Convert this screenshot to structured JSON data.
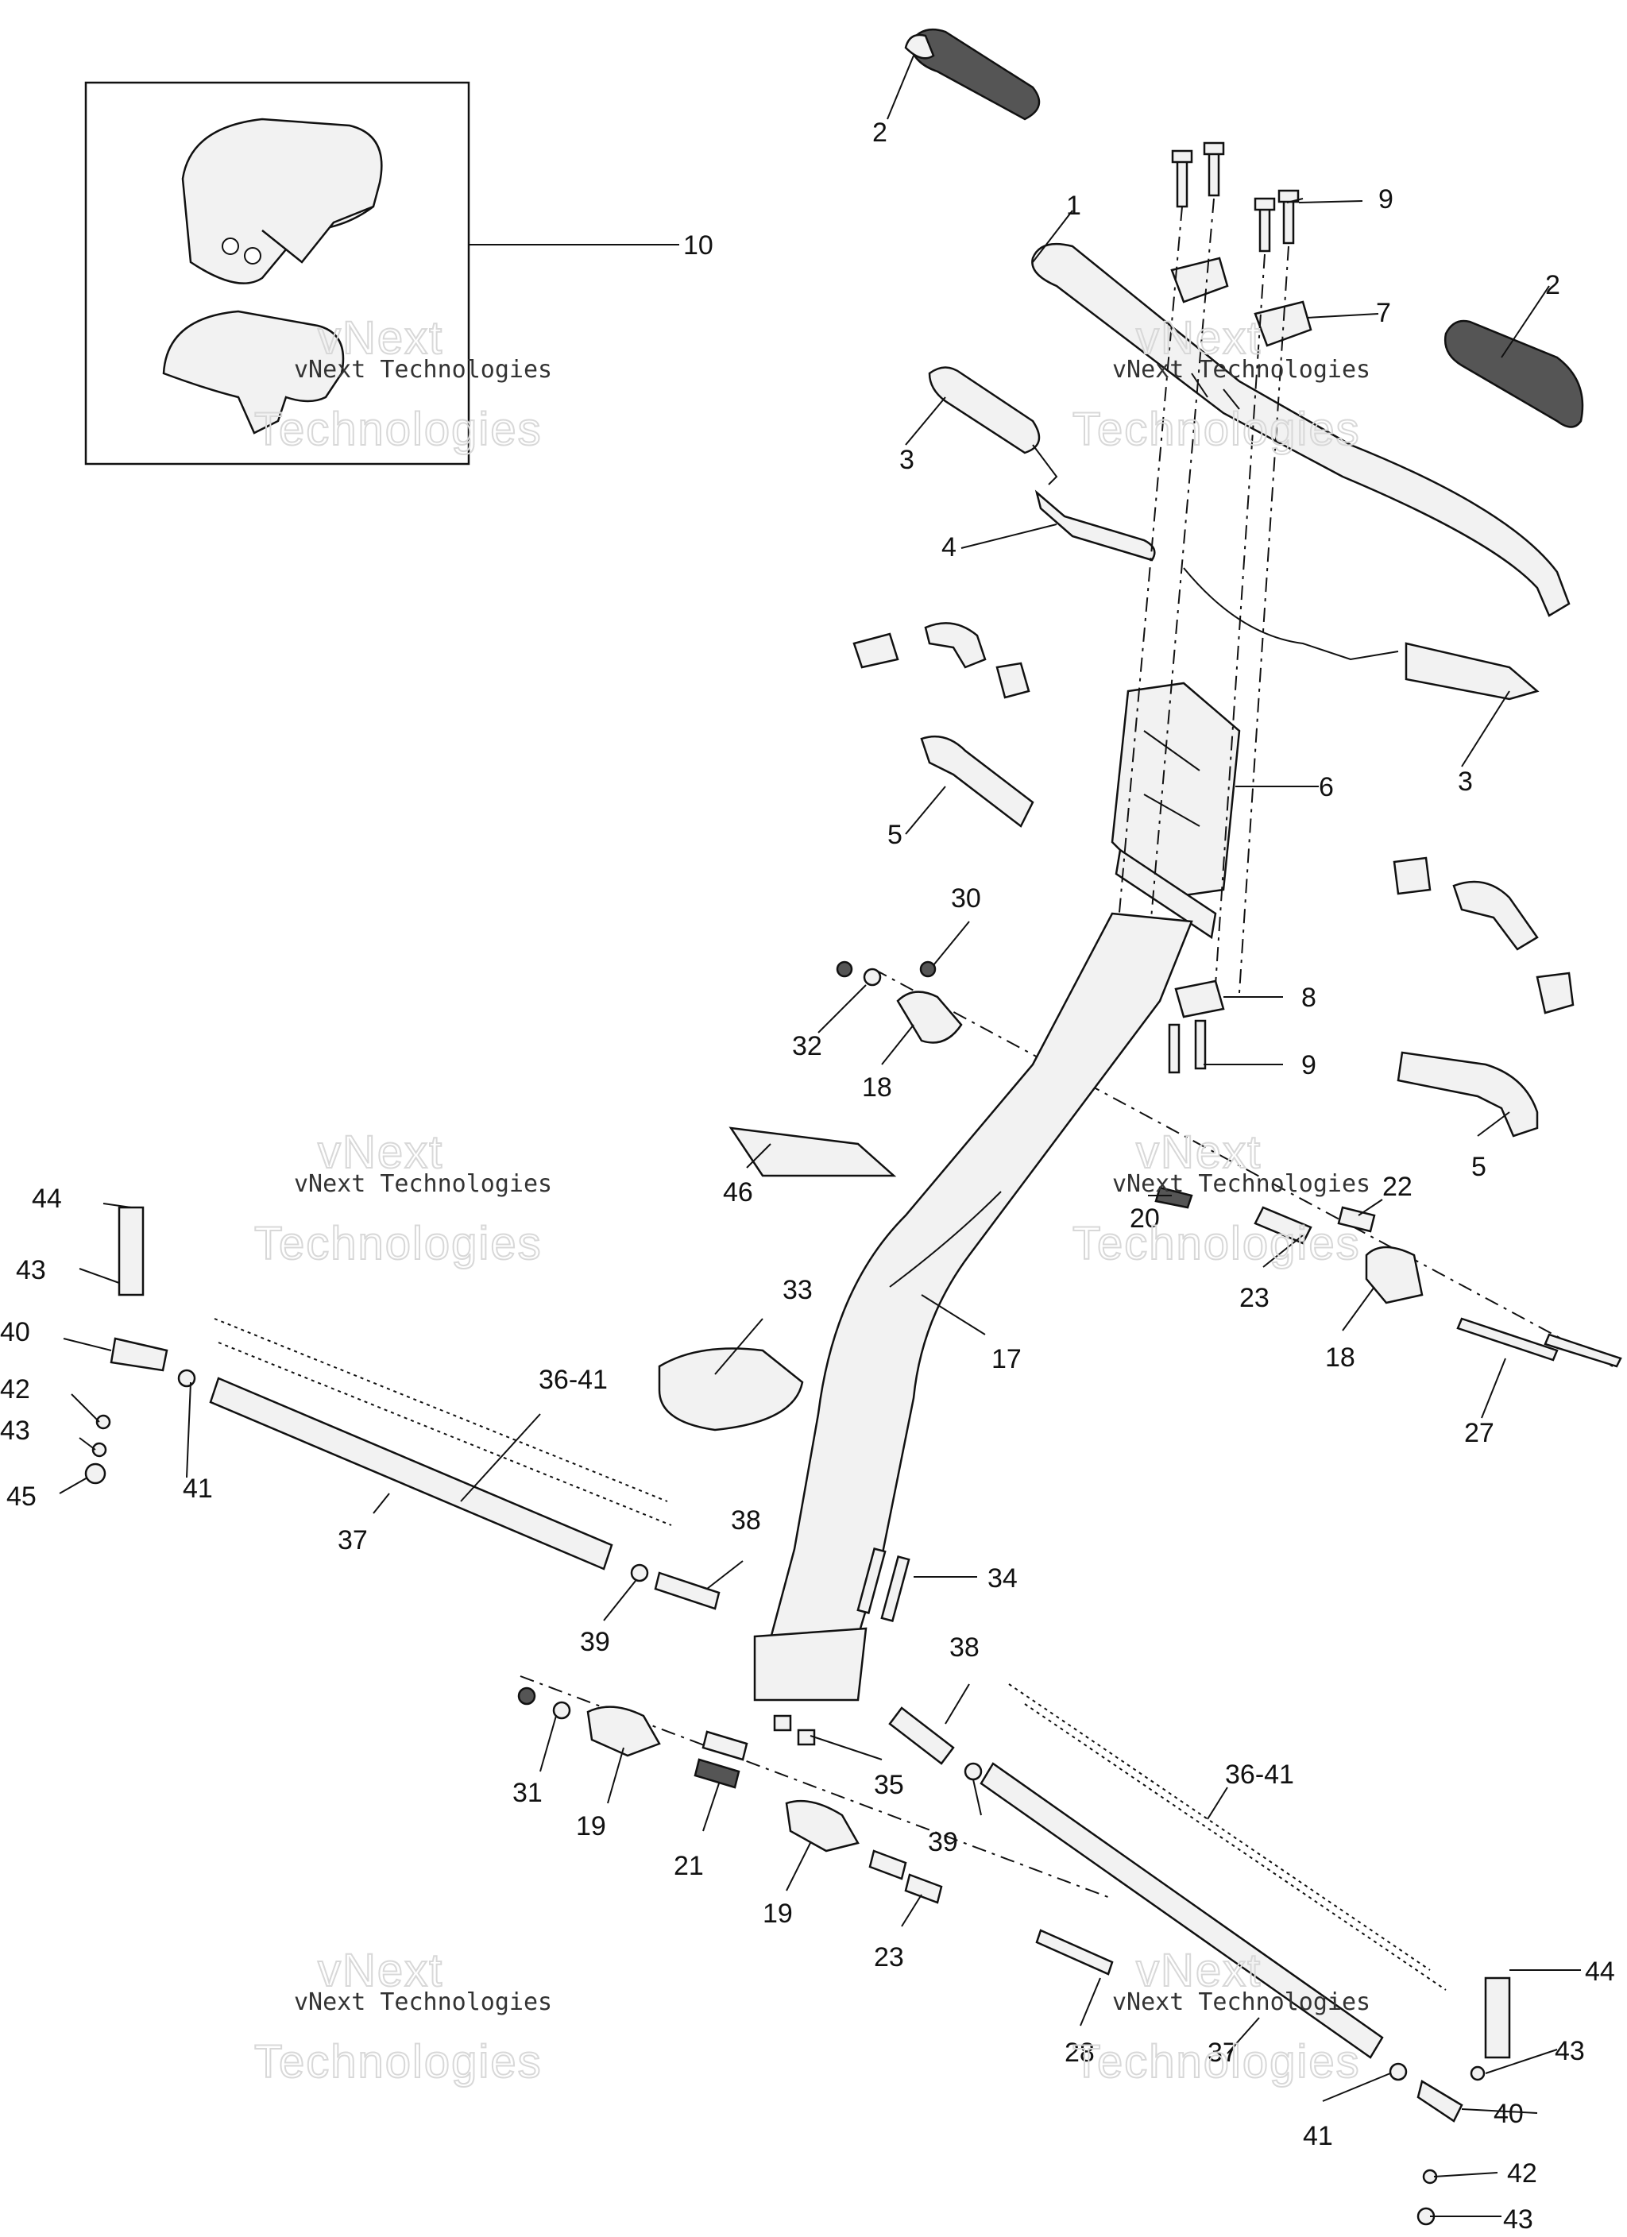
{
  "watermark": {
    "line1": "vNext",
    "line2": "vNext Technologies",
    "line3": "Technologies"
  },
  "callouts": {
    "c1": "1",
    "c2a": "2",
    "c2b": "2",
    "c3a": "3",
    "c3b": "3",
    "c4": "4",
    "c5a": "5",
    "c5b": "5",
    "c6": "6",
    "c7": "7",
    "c8": "8",
    "c9a": "9",
    "c9b": "9",
    "c10": "10",
    "c17": "17",
    "c18a": "18",
    "c18b": "18",
    "c19a": "19",
    "c19b": "19",
    "c20": "20",
    "c21": "21",
    "c22": "22",
    "c23a": "23",
    "c23b": "23",
    "c27": "27",
    "c28": "28",
    "c30": "30",
    "c31": "31",
    "c32": "32",
    "c33": "33",
    "c34": "34",
    "c35": "35",
    "c36a": "36-41",
    "c36b": "36-41",
    "c37a": "37",
    "c37b": "37",
    "c38a": "38",
    "c38b": "38",
    "c39a": "39",
    "c39b": "39",
    "c40a": "40",
    "c40b": "40",
    "c41a": "41",
    "c41b": "41",
    "c42a": "42",
    "c42b": "42",
    "c43a": "43",
    "c43b": "43",
    "c43c": "43",
    "c43d": "43",
    "c44a": "44",
    "c44b": "44",
    "c45": "45",
    "c46": "46"
  },
  "colors": {
    "line": "#111111",
    "part_fill": "#f2f2f2",
    "grip_fill": "#555555",
    "watermark": "#d8d8d8"
  }
}
